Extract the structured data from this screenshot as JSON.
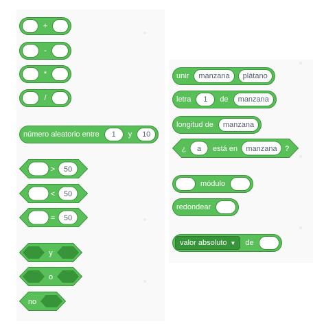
{
  "palette": {
    "block_fill": "#59c059",
    "block_stroke": "#389438",
    "slot_fill": "#ffffff",
    "slot_text": "#575e75",
    "boolean_slot_fill": "#389438",
    "dropdown_fill": "#389438",
    "panel_bg": "#f9f9f9"
  },
  "icons": {
    "dropdown": "caret-down-icon"
  },
  "operators": {
    "add": {
      "op": "+"
    },
    "subtract": {
      "op": "-"
    },
    "multiply": {
      "op": "*"
    },
    "divide": {
      "op": "/"
    },
    "random": {
      "label_pre": "número aleatorio entre",
      "from": "1",
      "label_mid": "y",
      "to": "10"
    },
    "greater": {
      "op": ">",
      "value": "50"
    },
    "less": {
      "op": "<",
      "value": "50"
    },
    "equals": {
      "op": "=",
      "value": "50"
    },
    "and": {
      "label": "y"
    },
    "or": {
      "label": "o"
    },
    "not": {
      "label": "no"
    },
    "join": {
      "label": "unir",
      "value1": "manzana",
      "value2": "plátano"
    },
    "letter_of": {
      "label_pre": "letra",
      "index": "1",
      "label_mid": "de",
      "value": "manzana"
    },
    "length_of": {
      "label": "longitud de",
      "value": "manzana"
    },
    "contains": {
      "label_pre": "¿",
      "value1": "a",
      "label_mid": "está en",
      "value2": "manzana",
      "label_post": "?"
    },
    "mod": {
      "label": "módulo"
    },
    "round": {
      "label": "redondear"
    },
    "math_op": {
      "selected": "valor absoluto",
      "label": "de"
    }
  }
}
